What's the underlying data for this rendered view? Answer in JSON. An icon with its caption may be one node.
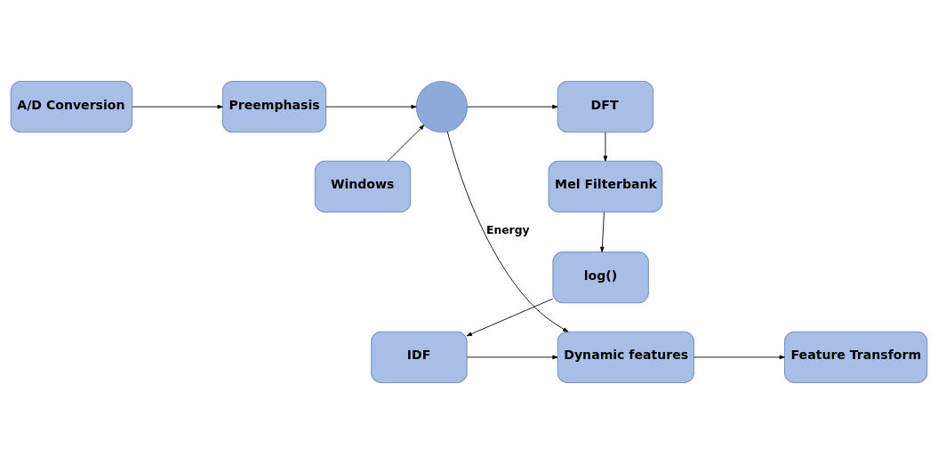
{
  "diagram": {
    "nodes": [
      {
        "text": [
          "A/D Conversion"
        ]
      },
      {
        "text": [
          "Preemphasis"
        ]
      },
      {
        "text": [],
        "shape": "circle"
      },
      {
        "text": [
          "DFT"
        ]
      },
      {
        "text": [
          "Windows"
        ]
      },
      {
        "text": [
          "Mel Filterbank"
        ]
      },
      {
        "text": [
          "log()"
        ]
      },
      {
        "text": [
          "Feature Transform"
        ]
      },
      {
        "text": [
          "Dynamic features"
        ]
      },
      {
        "text": [
          "IDF"
        ]
      }
    ],
    "edges": [
      {
        "from": 0,
        "to": 1,
        "arrow": "to"
      },
      {
        "from": 1,
        "to": 2,
        "arrow": "to"
      },
      {
        "from": 4,
        "to": 2,
        "arrow": "to"
      },
      {
        "from": 2,
        "to": 3,
        "arrow": "to"
      },
      {
        "from": 2,
        "to": 8,
        "arrow": "to",
        "label": "Energy"
      },
      {
        "from": 3,
        "to": 5,
        "arrow": "to"
      },
      {
        "from": 5,
        "to": 6,
        "arrow": "to"
      },
      {
        "from": 6,
        "to": 9,
        "arrow": "to"
      },
      {
        "from": 9,
        "to": 8,
        "arrow": "to"
      },
      {
        "from": 8,
        "to": 7,
        "arrow": "to"
      }
    ]
  }
}
